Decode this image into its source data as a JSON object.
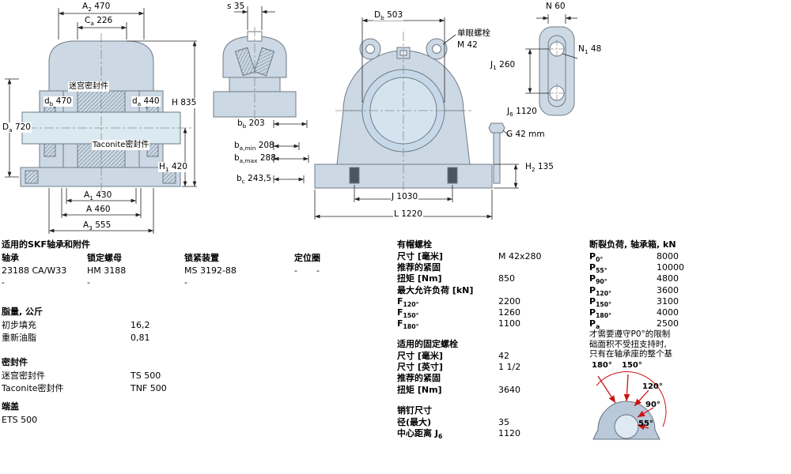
{
  "colors": {
    "housing_fill": "#ccd8e3",
    "shaft_fill": "#daeaf0",
    "bore_fill": "#c7d9e8",
    "outline": "#6e7b88",
    "dimension": "#222222",
    "load_arrow": "#cc1111"
  },
  "drawings": {
    "front_section": {
      "dims": {
        "a2": "A_{2} 470",
        "ca": "C_{a} 226",
        "labyrinth_seal": "迷宫密封件",
        "db": "d_{b} 470",
        "da": "d_{a} 440",
        "Da": "D_{a} 720",
        "taconite_seal": "Taconite密封件",
        "h": "H 835",
        "h1": "H_{1} 420",
        "a1": "A_{1} 430",
        "a": "A 460",
        "a3": "A_{3} 555"
      }
    },
    "side_section": {
      "dims": {
        "s": "s 35",
        "bb": "b_{b} 203",
        "ba_min": "b_{a,min} 208",
        "ba_max": "b_{a,max} 288",
        "bc": "b_{c} 243,5"
      }
    },
    "front_view": {
      "dims": {
        "Db": "D_{b} 503",
        "eyebolt_label": "单眼螺栓",
        "eyebolt_size": "M 42",
        "g": "G 42 mm",
        "h2": "H_{2} 135",
        "j": "J 1030",
        "l": "L 1220"
      }
    },
    "bolt_pattern": {
      "dims": {
        "n": "N 60",
        "n1": "N_{1} 48",
        "j1": "J_{1} 260",
        "j6": "J_{6} 1120"
      }
    },
    "load_angles": {
      "labels": [
        "180°",
        "150°",
        "120°",
        "90°",
        "55°"
      ]
    }
  },
  "tables": {
    "bearings": {
      "title": "适用的SKF轴承和附件",
      "headers": [
        "轴承",
        "锁定螺母",
        "锁紧装置",
        "定位圈"
      ],
      "rows": [
        [
          "23188 CA/W33",
          "HM 3188",
          "MS 3192-88",
          "-",
          "-"
        ],
        [
          "-",
          "-",
          "-"
        ]
      ]
    },
    "grease": {
      "title": "脂量, 公斤",
      "rows": [
        [
          "初步填充",
          "16,2"
        ],
        [
          "重新油脂",
          "0,81"
        ]
      ]
    },
    "seals": {
      "title": "密封件",
      "rows": [
        [
          "迷宫密封件",
          "TS 500"
        ],
        [
          "Taconite密封件",
          "TNF 500"
        ]
      ]
    },
    "end_cover": {
      "title": "端盖",
      "value": "ETS 500"
    },
    "attachment_bolts": {
      "title": "有帽螺栓",
      "rows": [
        [
          "尺寸 [毫米]",
          "M 42x280"
        ],
        [
          "推荐的紧固",
          ""
        ],
        [
          "扭矩 [Nm]",
          "850"
        ],
        [
          "最大允许负荷 [kN]",
          ""
        ],
        [
          "F_{120°}",
          "2200"
        ],
        [
          "F_{150°}",
          "1260"
        ],
        [
          "F_{180°}",
          "1100"
        ]
      ]
    },
    "fixing_bolts": {
      "title": "适用的固定螺栓",
      "rows": [
        [
          "尺寸 [毫米]",
          "42"
        ],
        [
          "尺寸 [英寸]",
          "1 1/2"
        ],
        [
          "推荐的紧固",
          ""
        ],
        [
          "扭矩 [Nm]",
          "3640"
        ]
      ]
    },
    "pins": {
      "title": "销钉尺寸",
      "rows": [
        [
          "径(最大)",
          "35"
        ],
        [
          "中心距离 J_{6}",
          "1120"
        ]
      ]
    },
    "breaking_load": {
      "title": "断裂负荷, 轴承箱, kN",
      "rows": [
        [
          "P_{0°}",
          "8000"
        ],
        [
          "P_{55°}",
          "10000"
        ],
        [
          "P_{90°}",
          "4800"
        ],
        [
          "P_{120°}",
          "3600"
        ],
        [
          "P_{150°}",
          "3100"
        ],
        [
          "P_{180°}",
          "4000"
        ],
        [
          "P_{a}",
          "2500"
        ]
      ],
      "notes": [
        "才需要遵守P0°的限制",
        "础面积不受扭支持时,",
        "只有在轴承座的整个基"
      ]
    }
  }
}
